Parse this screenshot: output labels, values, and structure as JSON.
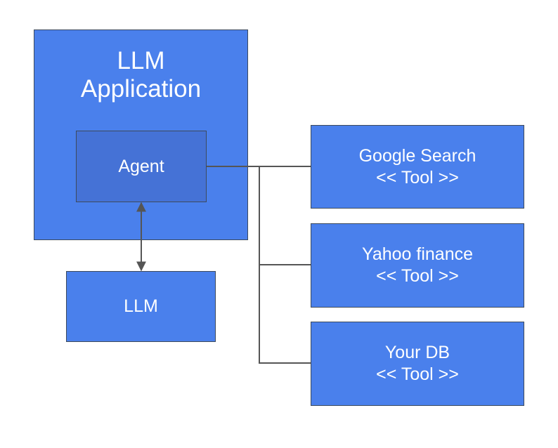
{
  "app": {
    "title_line1": "LLM",
    "title_line2": "Application"
  },
  "agent": {
    "label": "Agent"
  },
  "llm": {
    "label": "LLM"
  },
  "tools": [
    {
      "name": "Google Search",
      "stereotype": "<< Tool >>"
    },
    {
      "name": "Yahoo finance",
      "stereotype": "<< Tool >>"
    },
    {
      "name": "Your DB",
      "stereotype": "<< Tool >>"
    }
  ],
  "colors": {
    "box_fill": "#4a80ec",
    "agent_fill": "#4572d6",
    "border": "#3d4a5c",
    "line": "#555555",
    "text": "#ffffff"
  }
}
